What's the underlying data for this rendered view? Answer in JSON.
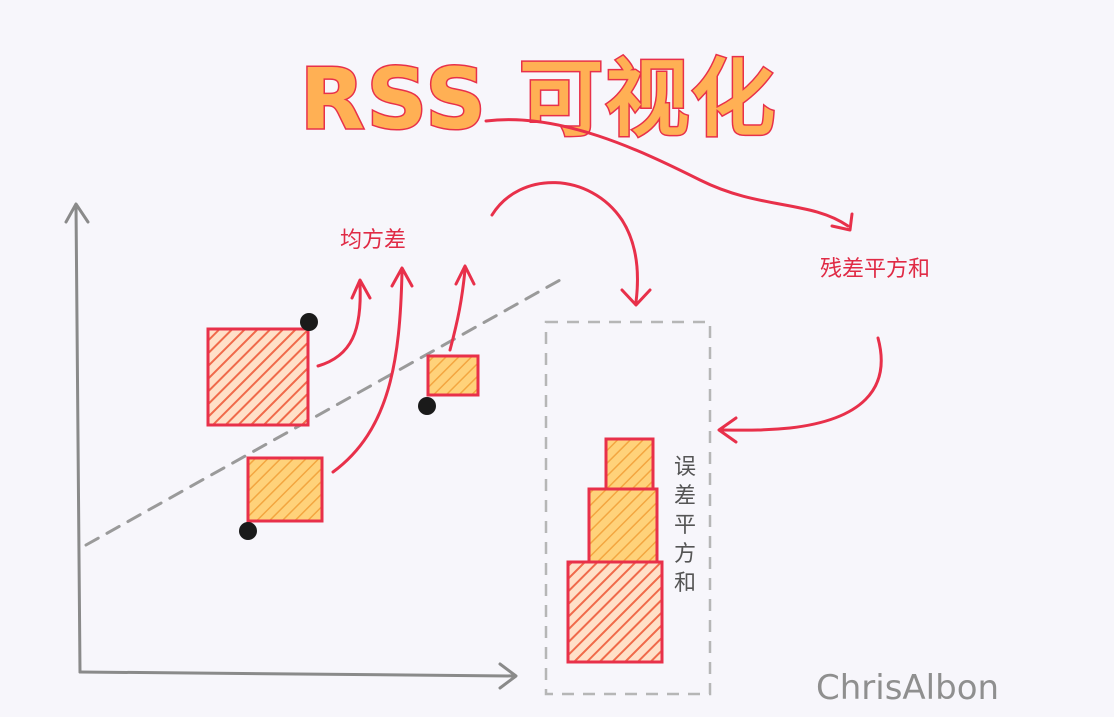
{
  "title": "RSS 可视化",
  "labels": {
    "mse": "均方差",
    "rss": "残差平方和",
    "sse": [
      "误",
      "差",
      "平",
      "方",
      "和"
    ]
  },
  "signature": "ChrisAlbon",
  "colors": {
    "background": "#f7f6fb",
    "title_fill": "#ffb054",
    "title_stroke": "#e8304a",
    "arrow_red": "#e8304a",
    "square_hatch_red": "#f06a4a",
    "square_fill_yellow": "#ffc35a",
    "axis_gray": "#8a8a8a",
    "point_black": "#1a1a1a"
  }
}
